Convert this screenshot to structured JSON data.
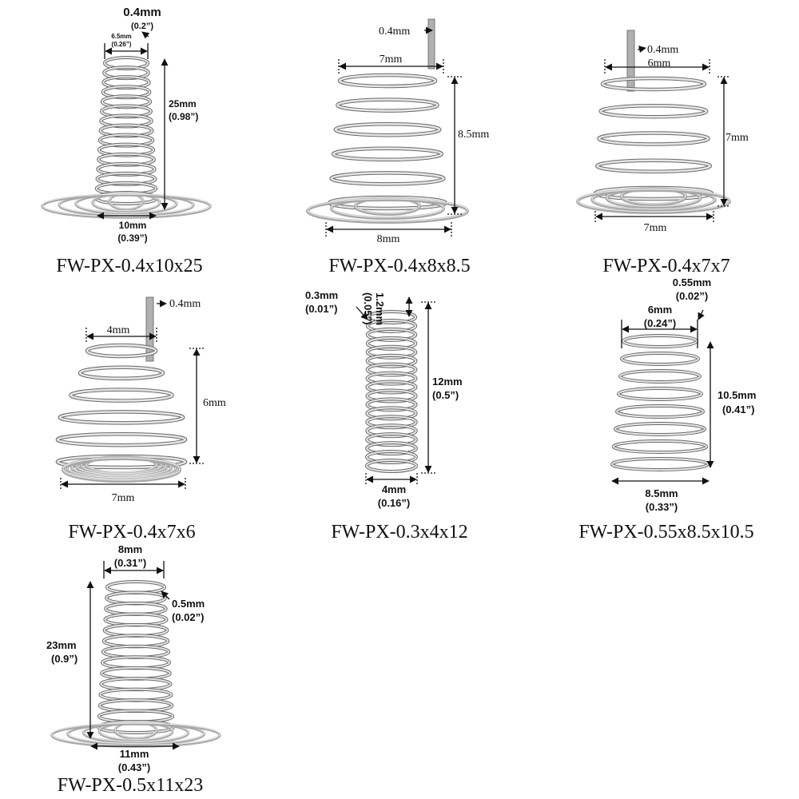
{
  "colors": {
    "steel_light": "#e6e6e6",
    "steel_mid": "#a8a8a8",
    "steel_dark": "#6a6a6a",
    "line": "#111111",
    "background": "#ffffff"
  },
  "springs": [
    {
      "caption": "FW-PX-0.4x10x25",
      "wire": "0.4mm",
      "wire_in": "(0.2”)",
      "top": "6.5mm",
      "top_in": "(0.26”)",
      "height": "25mm",
      "height_in": "(0.98”)",
      "base": "10mm",
      "base_in": "(0.39”)"
    },
    {
      "caption": "FW-PX-0.4x8x8.5",
      "wire": "0.4mm",
      "top": "7mm",
      "height": "8.5mm",
      "base": "8mm"
    },
    {
      "caption": "FW-PX-0.4x7x7",
      "wire": "0.4mm",
      "top": "6mm",
      "height": "7mm",
      "base": "7mm"
    },
    {
      "caption": "FW-PX-0.4x7x6",
      "wire": "0.4mm",
      "top": "4mm",
      "height": "6mm",
      "base": "7mm"
    },
    {
      "caption": "FW-PX-0.3x4x12",
      "wire": "0.3mm",
      "wire_in": "(0.01”)",
      "pitch": "1.2mm",
      "pitch_in": "(0.05”)",
      "height": "12mm",
      "height_in": "(0.5”)",
      "base": "4mm",
      "base_in": "(0.16”)"
    },
    {
      "caption": "FW-PX-0.55x8.5x10.5",
      "wire": "0.55mm",
      "wire_in": "(0.02”)",
      "top": "6mm",
      "top_in": "(0.24”)",
      "height": "10.5mm",
      "height_in": "(0.41”)",
      "base": "8.5mm",
      "base_in": "(0.33”)"
    },
    {
      "caption": "FW-PX-0.5x11x23",
      "top": "8mm",
      "top_in": "(0.31”)",
      "wire": "0.5mm",
      "wire_in": "(0.02”)",
      "height": "23mm",
      "height_in": "(0.9”)",
      "base": "11mm",
      "base_in": "(0.43”)"
    }
  ]
}
